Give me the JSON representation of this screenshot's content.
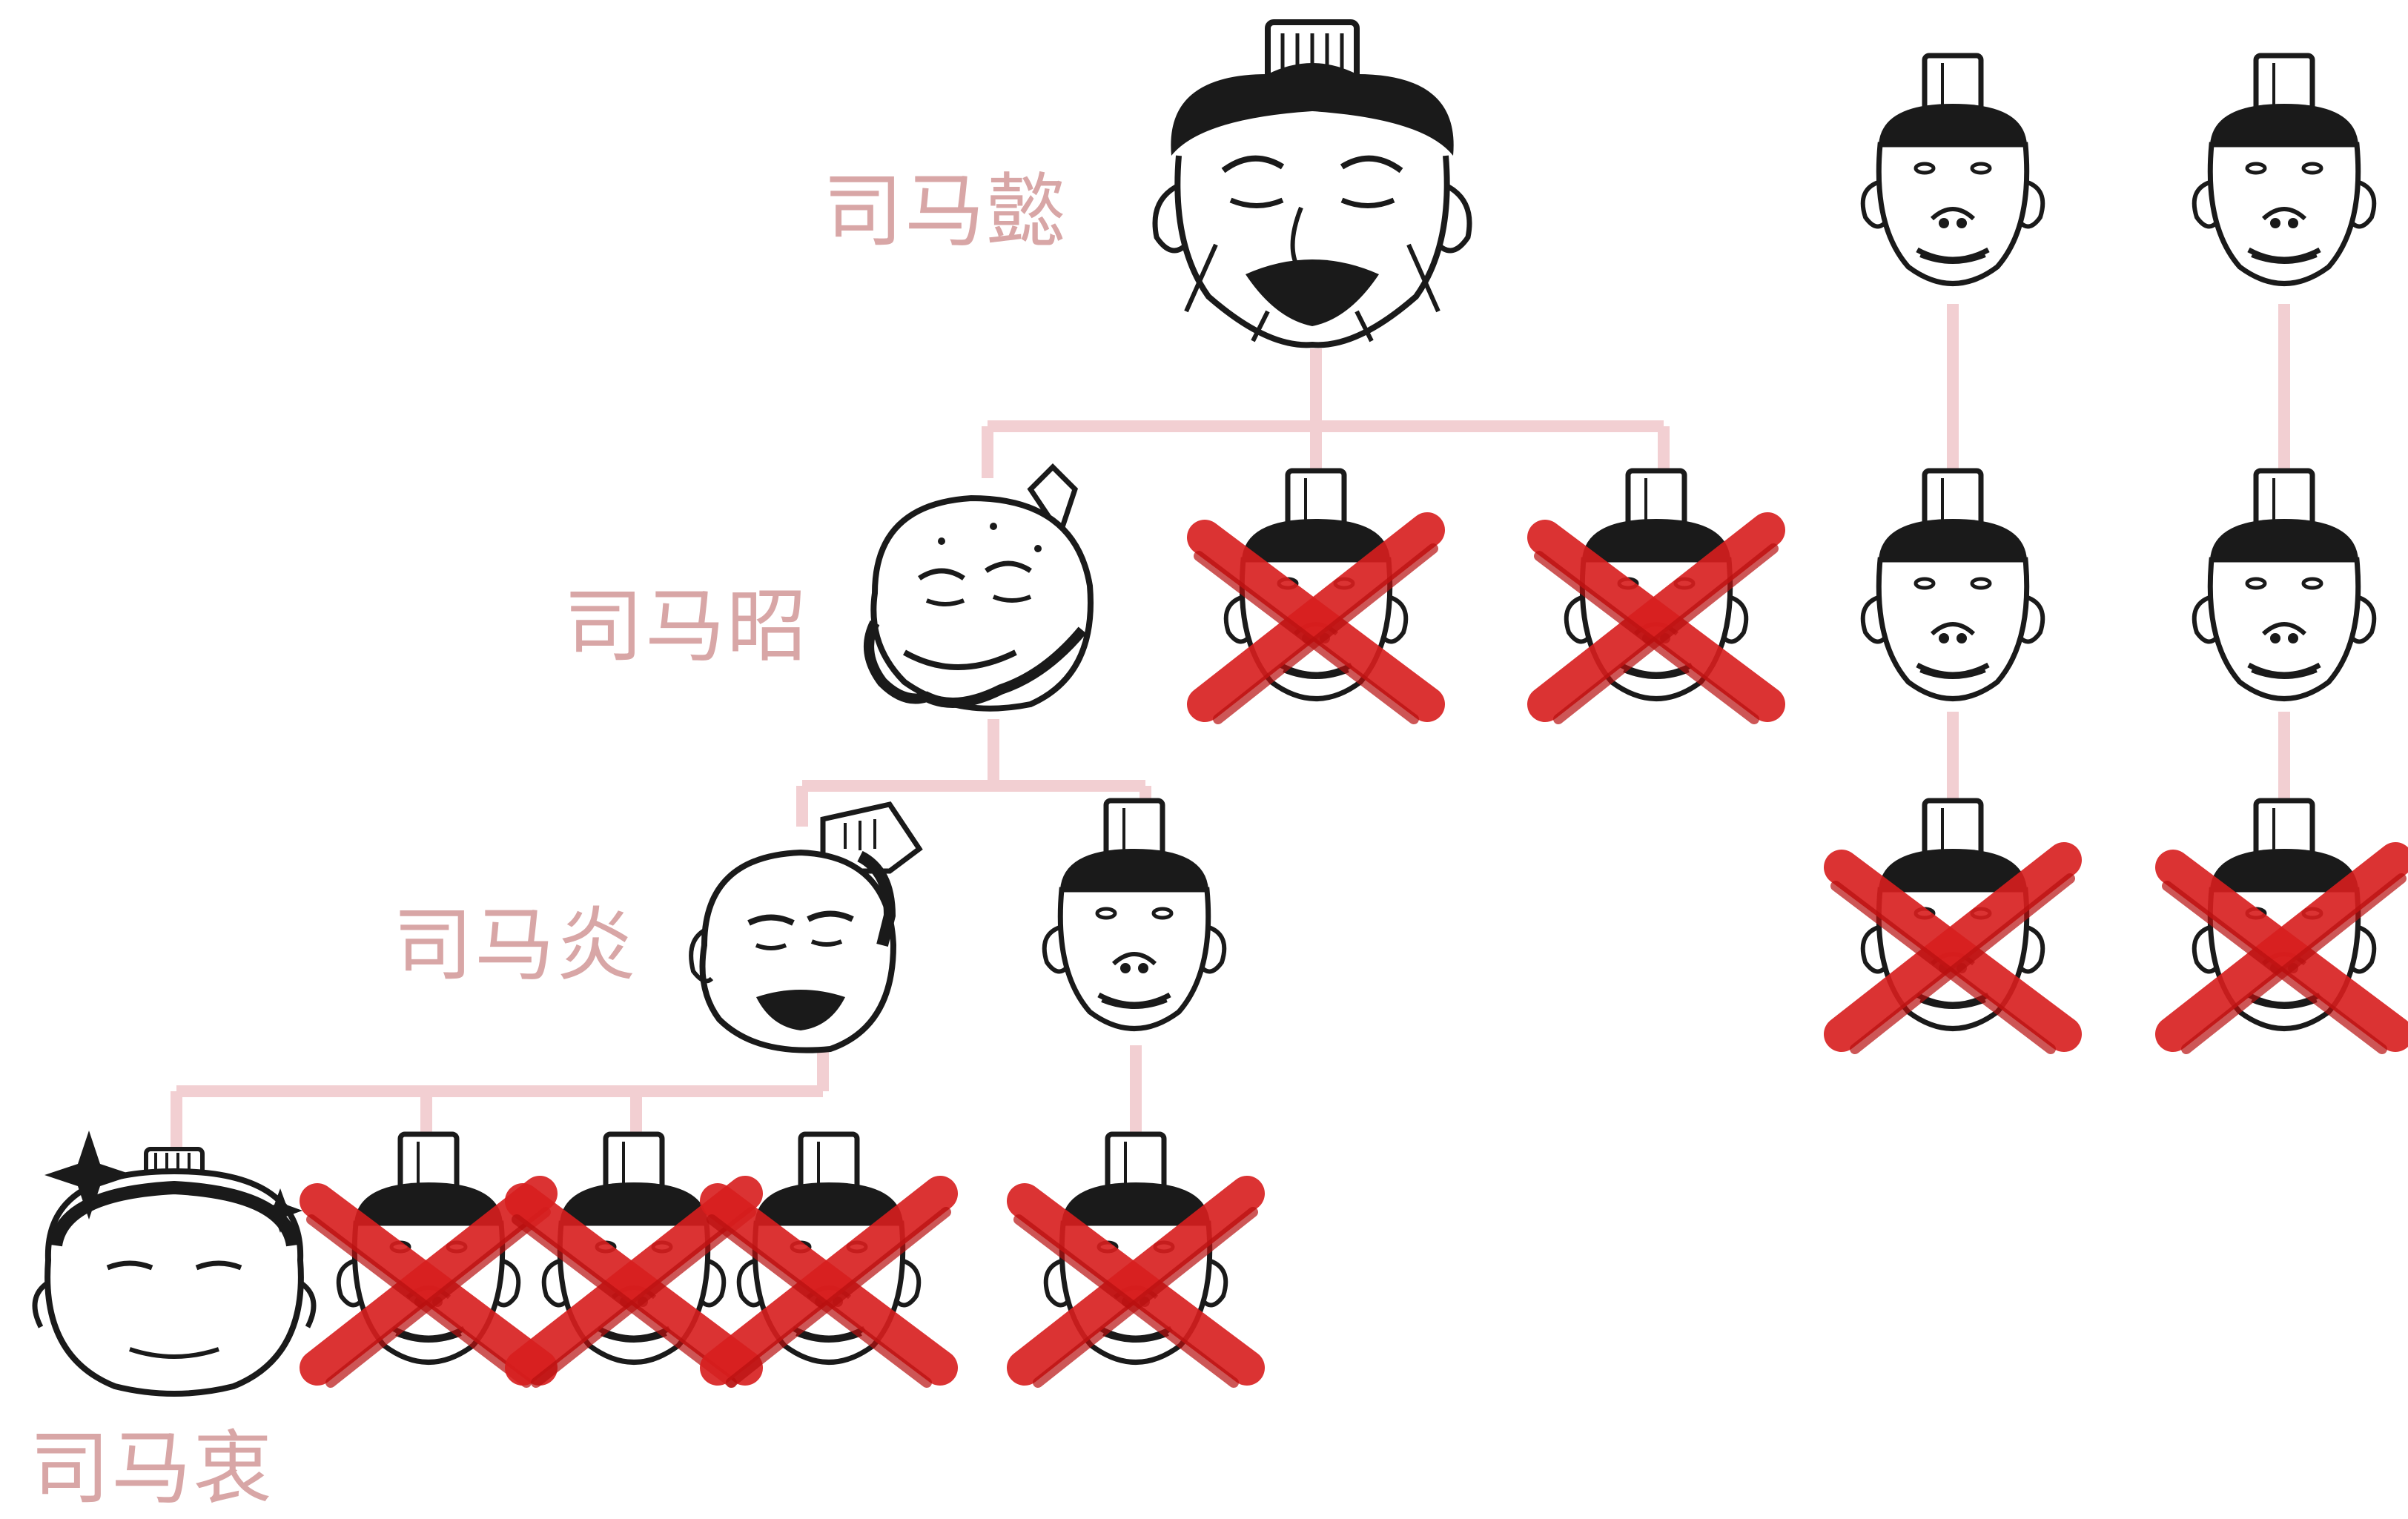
{
  "colors": {
    "connector": "#f2cfd2",
    "label": "#d8a6a6",
    "cross": "#d81e1e",
    "ink": "#1a1a1a"
  },
  "labels": {
    "sima_yi": "司马懿",
    "sima_zhao": "司马昭",
    "sima_yan": "司马炎",
    "sima_zhong": "司马衷"
  },
  "nodes": [
    {
      "id": "sima-yi",
      "style": "patriarch",
      "crossed": false
    },
    {
      "id": "sima-zhao",
      "style": "bald",
      "crossed": false
    },
    {
      "id": "yi-son-2",
      "style": "generic",
      "crossed": true
    },
    {
      "id": "yi-son-3",
      "style": "generic",
      "crossed": true
    },
    {
      "id": "sima-yan",
      "style": "emperor",
      "crossed": false
    },
    {
      "id": "zhao-son-2",
      "style": "generic",
      "crossed": false
    },
    {
      "id": "sima-zhong",
      "style": "fat",
      "crossed": false
    },
    {
      "id": "yan-son-2",
      "style": "generic",
      "crossed": true
    },
    {
      "id": "yan-son-3",
      "style": "generic",
      "crossed": true
    },
    {
      "id": "yan-son-4",
      "style": "generic",
      "crossed": true
    },
    {
      "id": "zhao-grandson",
      "style": "generic",
      "crossed": true
    },
    {
      "id": "col-a-1",
      "style": "generic",
      "crossed": false
    },
    {
      "id": "col-a-2",
      "style": "generic",
      "crossed": false
    },
    {
      "id": "col-a-3",
      "style": "generic",
      "crossed": true
    },
    {
      "id": "col-b-1",
      "style": "generic",
      "crossed": false
    },
    {
      "id": "col-b-2",
      "style": "generic",
      "crossed": false
    },
    {
      "id": "col-b-3",
      "style": "generic",
      "crossed": true
    }
  ]
}
